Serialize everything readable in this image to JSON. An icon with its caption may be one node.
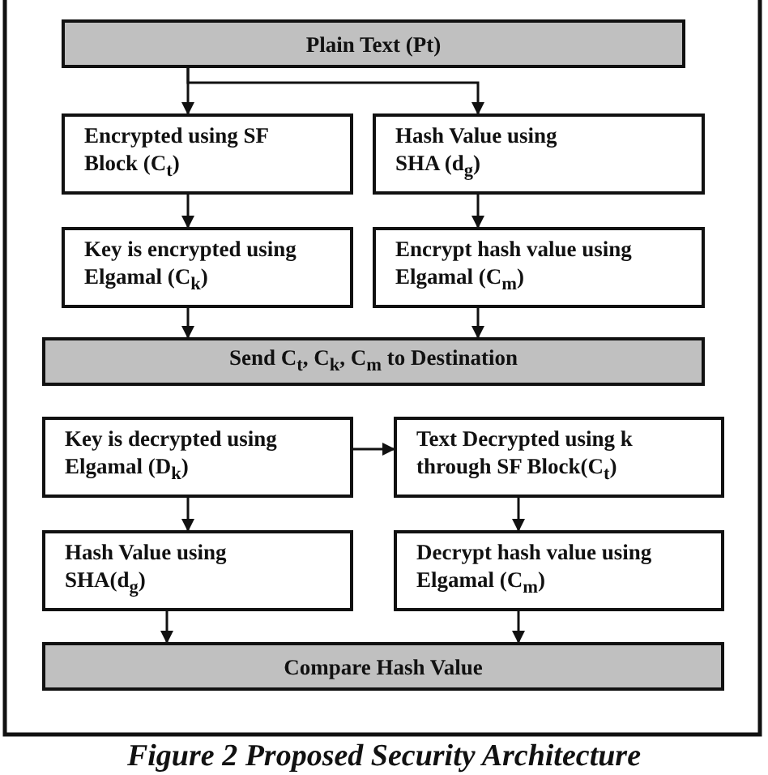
{
  "diagram": {
    "caption": "Figure 2 Proposed Security Architecture",
    "nodes": [
      {
        "text": [
          "Plain Text (Pt)"
        ]
      },
      {
        "text": [
          "Encrypted using SF Block (C$_{t}$)"
        ]
      },
      {
        "text": [
          "Hash Value using SHA (d$_{g}$)"
        ]
      },
      {
        "text": [
          "Key is encrypted using Elgamal (C$_{k}$)"
        ]
      },
      {
        "text": [
          "Encrypt hash value using Elgamal (C$_{m}$)"
        ]
      },
      {
        "text": [
          "Send C$_{t}$, C$_{k}$, C$_{m}$ to Destination"
        ]
      },
      {
        "text": [
          "Key is decrypted using Elgamal (D$_{k}$)"
        ]
      },
      {
        "text": [
          "Text Decrypted using k through SF Block(C$_{t}$)"
        ]
      },
      {
        "text": [
          "Hash Value using SHA(d$_{g}$)"
        ]
      },
      {
        "text": [
          "Decrypt hash value using Elgamal (C$_{m}$)"
        ]
      },
      {
        "text": [
          "Compare Hash Value"
        ]
      }
    ],
    "edges": [
      {
        "from": 0,
        "to": 1,
        "arrow": "to"
      },
      {
        "from": 0,
        "to": 2,
        "arrow": "to"
      },
      {
        "from": 1,
        "to": 3,
        "arrow": "to"
      },
      {
        "from": 2,
        "to": 4,
        "arrow": "to"
      },
      {
        "from": 3,
        "to": 5,
        "arrow": "to"
      },
      {
        "from": 4,
        "to": 5,
        "arrow": "to"
      },
      {
        "from": 6,
        "to": 7,
        "arrow": "to"
      },
      {
        "from": 6,
        "to": 8,
        "arrow": "to"
      },
      {
        "from": 7,
        "to": 9,
        "arrow": "to"
      },
      {
        "from": 8,
        "to": 10,
        "arrow": "to"
      },
      {
        "from": 9,
        "to": 10,
        "arrow": "to"
      }
    ]
  }
}
